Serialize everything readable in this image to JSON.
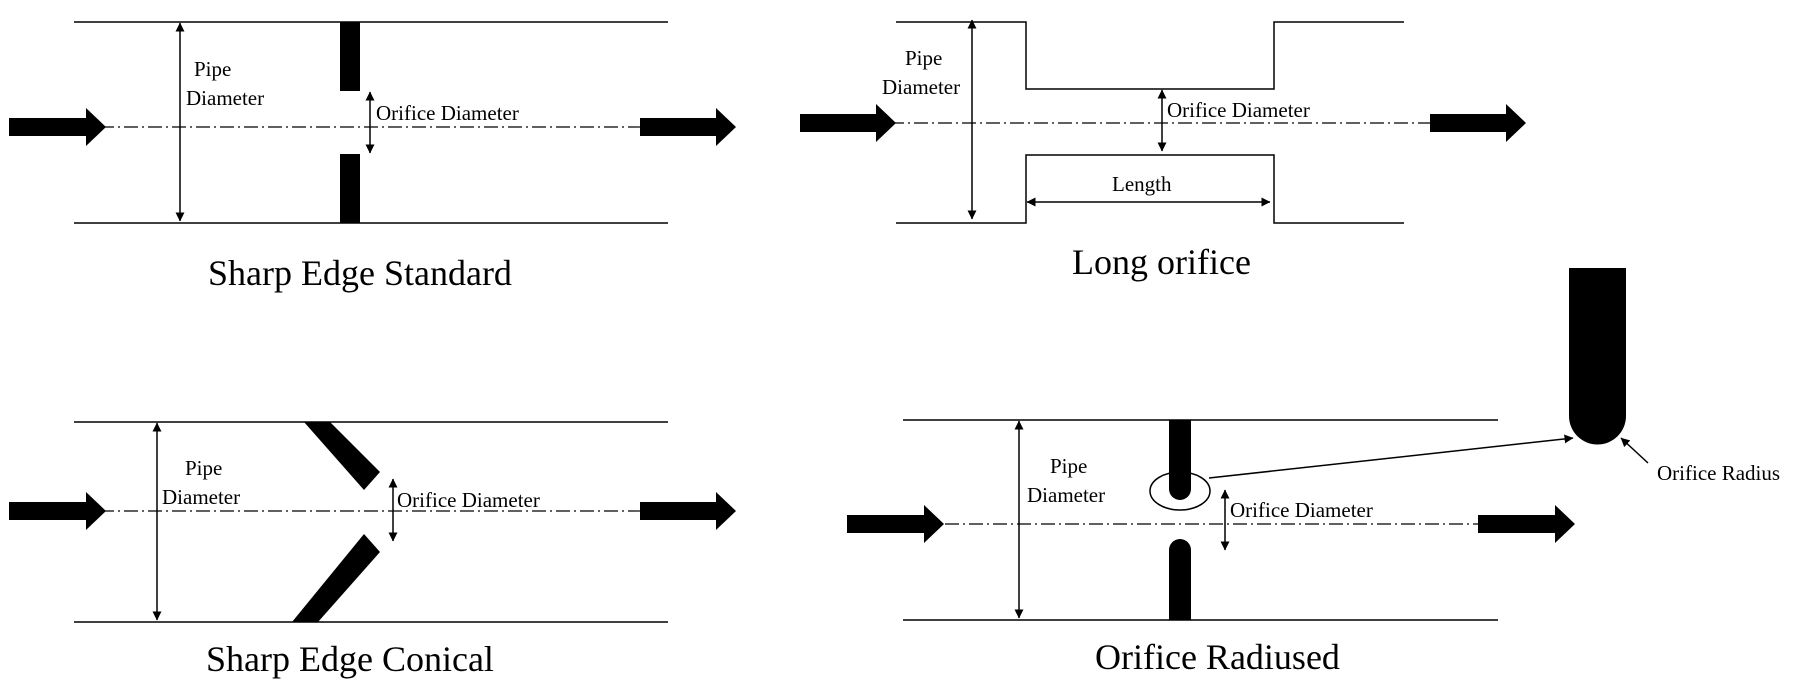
{
  "colors": {
    "ink": "#000000",
    "background": "#ffffff"
  },
  "panels": {
    "sharp_edge_standard": {
      "title": "Sharp Edge Standard",
      "pipe_label_1": "Pipe",
      "pipe_label_2": "Diameter",
      "orifice_label": "Orifice Diameter"
    },
    "long_orifice": {
      "title": "Long orifice",
      "pipe_label_1": "Pipe",
      "pipe_label_2": "Diameter",
      "orifice_label": "Orifice Diameter",
      "length_label": "Length"
    },
    "sharp_edge_conical": {
      "title": "Sharp Edge Conical",
      "pipe_label_1": "Pipe",
      "pipe_label_2": "Diameter",
      "orifice_label": "Orifice Diameter"
    },
    "orifice_radiused": {
      "title": "Orifice Radiused",
      "pipe_label_1": "Pipe",
      "pipe_label_2": "Diameter",
      "orifice_label": "Orifice Diameter",
      "radius_label": "Orifice Radius"
    }
  }
}
